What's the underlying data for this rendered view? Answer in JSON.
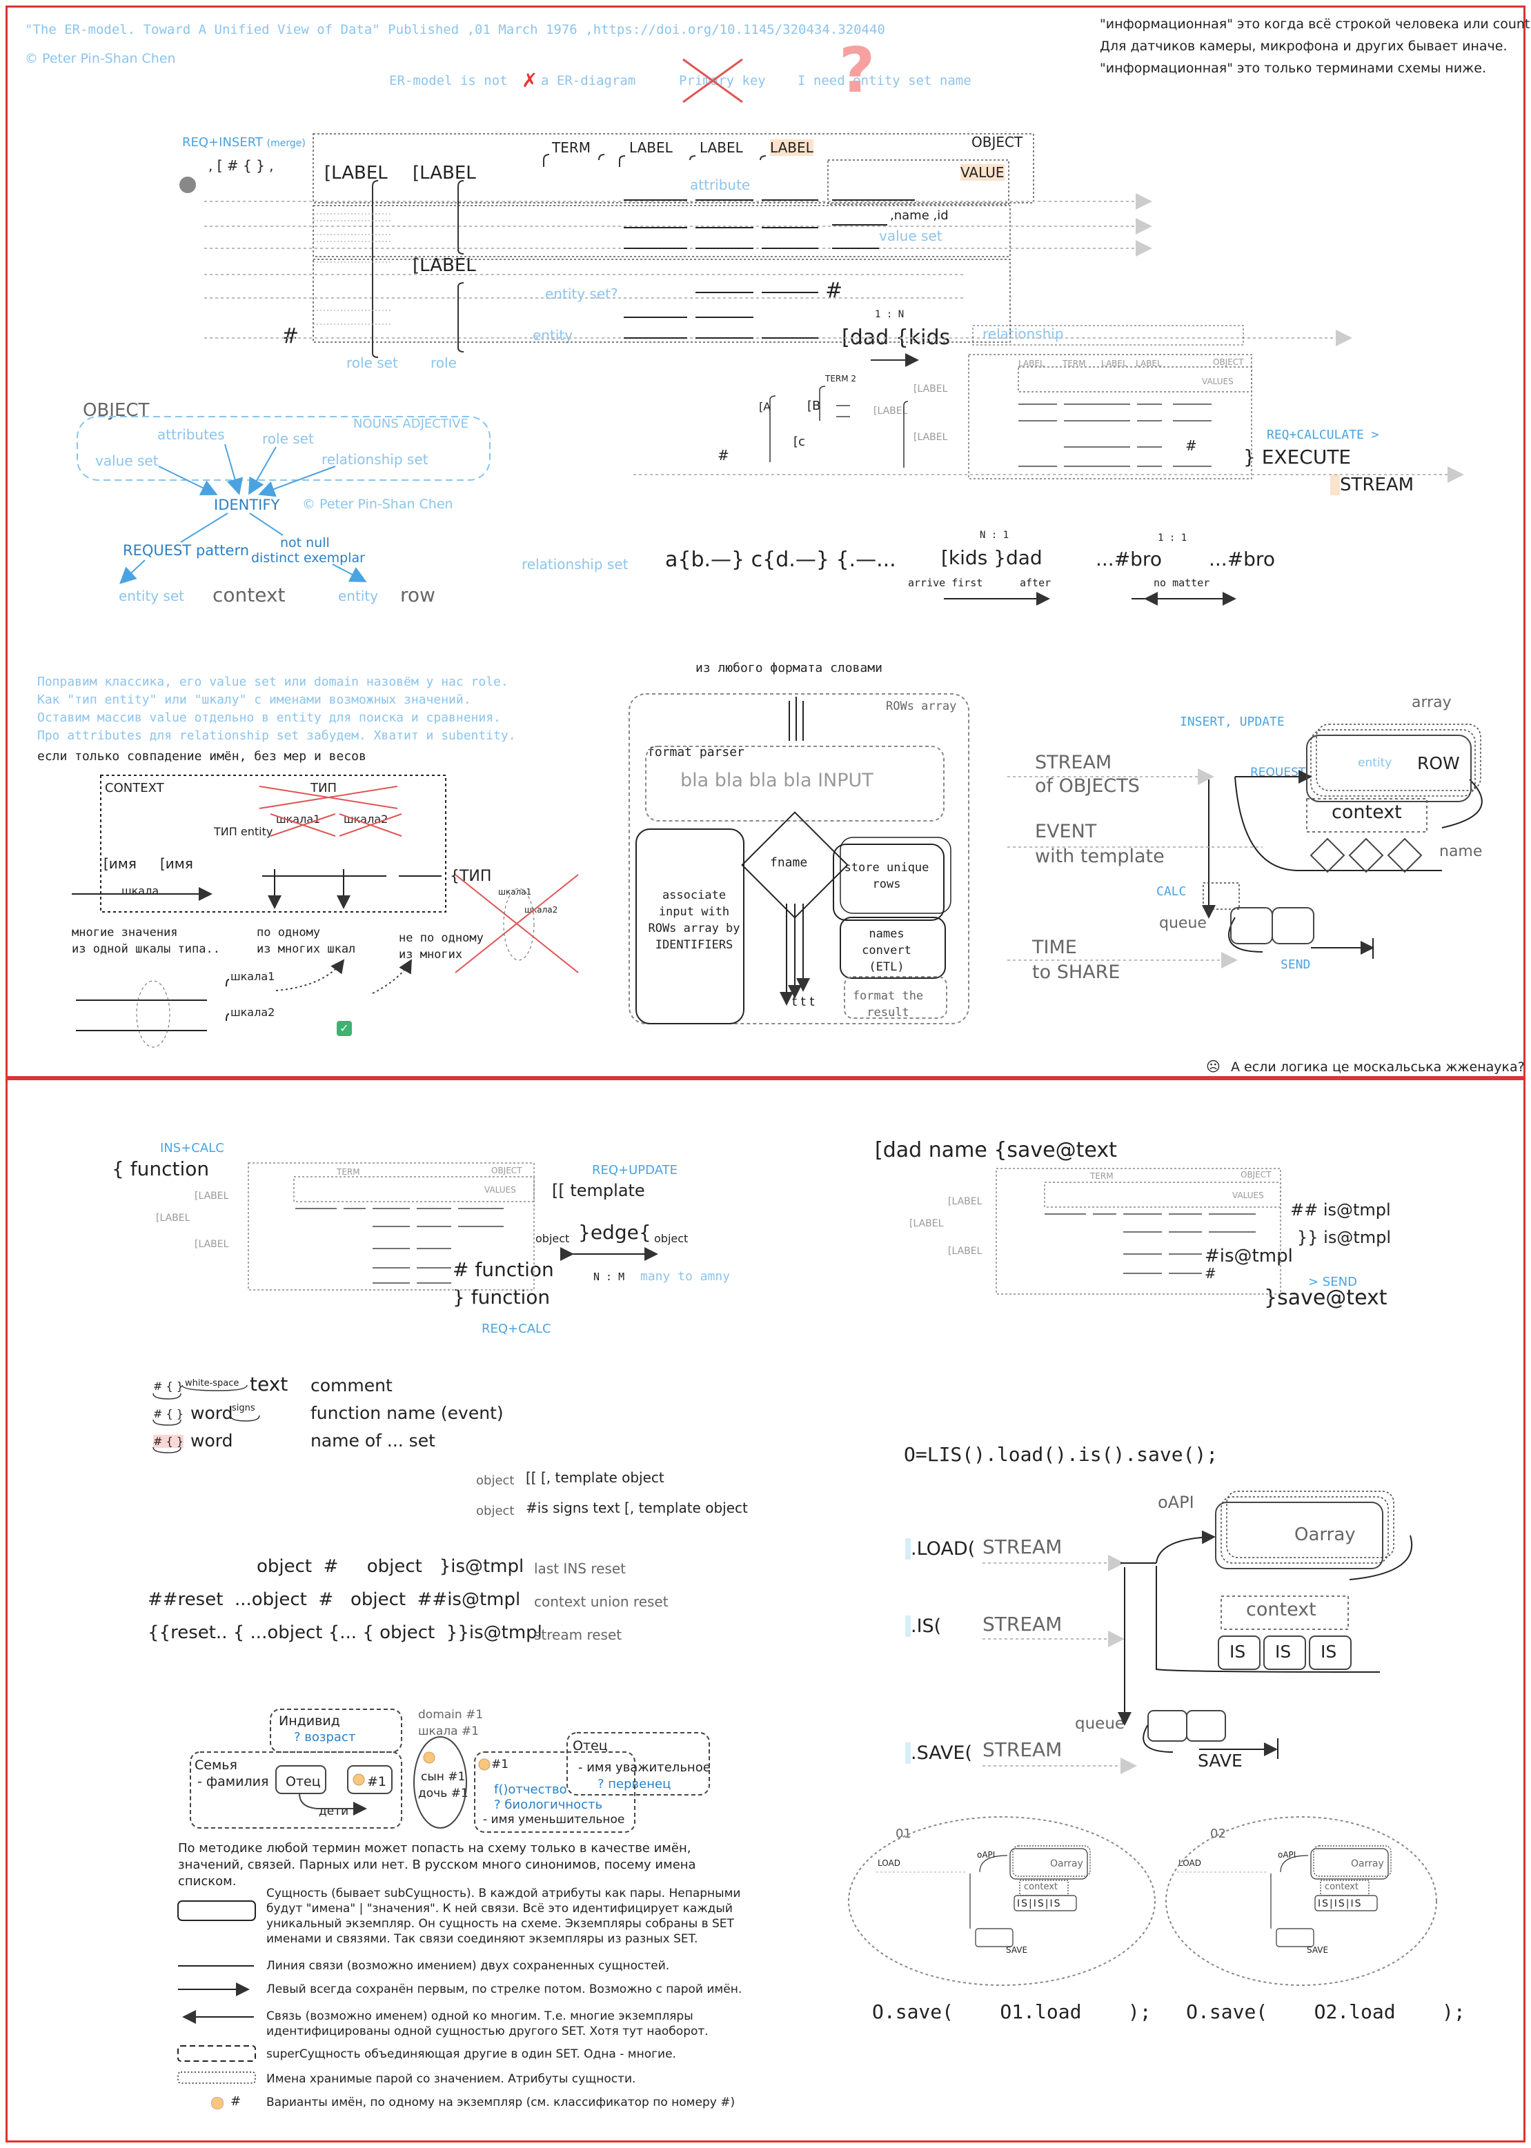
{
  "header": {
    "paper_line": "\"The ER-model. Toward A Unified View of Data\" Published ,01 March 1976 ,https://doi.org/10.1145/320434.320440",
    "author": "© Peter Pin-Shan Chen",
    "note_1": "ER-model is not",
    "note_1b": "a ER-diagram",
    "note_2": "Primary key",
    "note_3": "I need entity set name",
    "ru_1": "\"информационная\" это когда всё строкой человека или count.",
    "ru_2": "Для датчиков камеры, микрофона и других бывает иначе.",
    "ru_3": "\"информационная\" это только терминами схемы ниже."
  },
  "top_diagram": {
    "req_insert": "REQ+INSERT",
    "merge": "(merge)",
    "brackets": ", [ # { } ,",
    "label_a": "[LABEL",
    "label_b": "[LABEL",
    "label_c": "[LABEL",
    "term": "TERM",
    "label_1": "LABEL",
    "label_2": "LABEL",
    "label_3": "LABEL",
    "object": "OBJECT",
    "value": "VALUE",
    "attribute": "attribute",
    "name_id": ",name ,id",
    "value_set": "value set",
    "entity_set_q": "entity set?",
    "hash_1": "#",
    "hash_2": "#",
    "entity": "entity",
    "role_set": "role set",
    "role": "role",
    "one_n": "1 : N",
    "dad_kids": "[dad {kids",
    "relationship": "relationship"
  },
  "object_cloud": {
    "title": "OBJECT",
    "nouns": "NOUNS ADJECTIVE",
    "attributes": "attributes",
    "role_set": "role set",
    "value_set": "value set",
    "relationship_set": "relationship set",
    "identify": "IDENTIFY",
    "author": "© Peter Pin-Shan Chen",
    "request_pattern": "REQUEST pattern",
    "not_null": "not null",
    "distinct": "distinct exemplar",
    "entity_set": "entity set",
    "context": "context",
    "entity": "entity",
    "row": "row"
  },
  "execute_block": {
    "term2": "TERM 2",
    "b": "[B",
    "c": "[c",
    "a": "[A",
    "hash": "#",
    "label_1": "[LABEL",
    "label_2": "[LABEL",
    "label_3": "[LABEL",
    "term": "TERM",
    "l1": "LABEL",
    "l2": "LABEL",
    "l3": "LABEL",
    "object": "OBJECT",
    "values": "VALUES",
    "hash_2": "#",
    "req_calc": "REQ+CALCULATE >",
    "execute": "} EXECUTE",
    "stream": "STREAM"
  },
  "relationship_row": {
    "relationship_set": "relationship set",
    "seq": "a{b.—} c{d.—} {.—...",
    "n1": "N : 1",
    "kids_dad": "[kids }dad",
    "arrive_first": "arrive first",
    "after": "after",
    "one_one": "1 : 1",
    "bro1": "...#bro",
    "bro2": "...#bro",
    "no_matter": "no matter"
  },
  "context_block": {
    "p1": "Поправим классика, его value set или domain назовём у нас role.",
    "p2": "Как \"тип entity\" или \"шкалу\" с именами возможных значений.",
    "p3": "Оставим массив value отдельно в entity для поиска и сравнения.",
    "p4": "Про attributes для relationship set забудем. Хватит и subentity.",
    "heading": "если только совпадение имён, без мер и весов",
    "context": "CONTEXT",
    "tip": "ТИП",
    "shkala1": "шкала1",
    "shkala2": "шкала2",
    "tip_entity": "ТИП entity",
    "imya1": "[имя",
    "imya2": "[имя",
    "shkala": "шкала",
    "tip2": "{ТИП",
    "shk_1": "шкала1",
    "shk_2": "шкала2",
    "c1a": "многие значения",
    "c1b": "из одной шкалы типа..",
    "c2a": "по одному",
    "c2b": "из многих шкал",
    "c3a": "не по одному",
    "c3b": "из многих",
    "b_shkala1": "шкала1",
    "b_shkala2": "шкала2"
  },
  "parser_block": {
    "title": "из любого формата словами",
    "rows_array": "ROWs array",
    "format_parser": "format parser",
    "bla": "bla bla bla bla  INPUT",
    "associate": "associate input with ROWs array by IDENTIFIERS",
    "fname": "fname",
    "store": "store unique rows",
    "names": "names convert (ETL)",
    "format_result": "format the result",
    "ttt": "t t t"
  },
  "stream_block": {
    "insert_update": "INSERT, UPDATE",
    "array": "array",
    "stream": "STREAM",
    "of_objects": "of OBJECTS",
    "request": "REQUEST",
    "entity": "entity",
    "row": "ROW",
    "context": "context",
    "event": "EVENT",
    "with_template": "with template",
    "name": "name",
    "calc": "CALC",
    "queue": "queue",
    "time": "TIME",
    "to_share": "to SHARE",
    "send": "SEND",
    "footnote": "А если логика це москальська жженаука?"
  },
  "bottom_left": {
    "ins_calc": "INS+CALC",
    "function": "{ function",
    "req_update": "REQ+UPDATE",
    "template": "[[ template",
    "object_l": "object",
    "edge": "}edge{",
    "object_r": "object",
    "nm": "N : M",
    "many": "many to amny",
    "hash_fn": "# function",
    "fn2": "} function",
    "req_calc": "REQ+CALC",
    "label": "[LABEL",
    "term": "TERM",
    "object_h": "OBJECT",
    "values": "VALUES"
  },
  "syntax": {
    "r1_sym": "# { }",
    "r1_ws": "white-space",
    "r1_word": "text",
    "r1_desc": "comment",
    "r2_sym": "# { }",
    "r2_word": "word",
    "r2_sig": "signs",
    "r2_desc": "function name (event)",
    "r3_sym": "# { }",
    "r3_word": "word",
    "r3_desc": "name of ... set",
    "t1a": "object",
    "t1b": "[[ [, template object",
    "t2a": "object",
    "t2b": "#is signs text [, template object"
  },
  "reset_table": {
    "r1a": "object  #     object   }is@tmpl",
    "r1b": "last INS reset",
    "r2a": "##reset  ...object  #   object  ##is@tmpl",
    "r2b": "context union reset",
    "r3a": "{{reset.. { ...object {... { object  }}is@tmpl",
    "r3b": "stream reset"
  },
  "family": {
    "individ": "Индивид",
    "age": "? возраст",
    "domain": "domain #1",
    "shkala": "шкала #1",
    "semya": "Семья",
    "familiya": "- фамилия",
    "otec": "Отец",
    "n1": "#1",
    "deti": "дети",
    "son": "сын #1",
    "dau": "дочь #1",
    "n1b": "#1",
    "patron": "f()отчество",
    "bio": "? биологичность",
    "dimin": "- имя уменьшительное",
    "otec2": "Отец",
    "resp": "- имя уважительное",
    "first": "? первенец"
  },
  "legend": {
    "intro": "По методике любой термин может попасть на схему только в качестве имён, значений, связей. Парных или нет. В русском много синонимов, посему имена списком.",
    "l1": "Сущность (бывает subСущность). В каждой атрибуты как пары. Непарными будут \"имена\" | \"значения\". К ней связи. Всё это идентифицирует каждый уникальный экземпляр. Он сущность на схеме. Экземпляры собраны в SET именами и связями. Так связи соединяют экземпляры из разных SET.",
    "l2": "Линия связи (возможно имением) двух сохраненных сущностей.",
    "l3": "Левый всегда сохранён первым, по стрелке потом. Возможно с парой имён.",
    "l4": "Связь (возможно именем) одной ко многим. Т.е. многие экземпляры идентифицированы одной сущностью другого SET. Хотя тут наоборот.",
    "l5": "superСущность объединяющая другие в один SET. Одна - многие.",
    "l6": "Имена хранимые парой со значением. Атрибуты сущности.",
    "l7_hash": "#",
    "l7": "Варианты имён, по одному на экземпляр (см. классификатор по номеру #)"
  },
  "bottom_right": {
    "dad_name": "[dad name {save@text",
    "label": "[LABEL",
    "term": "TERM",
    "object": "OBJECT",
    "values": "VALUES",
    "hh_is": "## is@tmpl",
    "bb_is": "}} is@tmpl",
    "h_is": "#is@tmpl",
    "h": "#",
    "send": "> SEND",
    "save_text": "}save@text",
    "code": "O=LIS().load().is().save();",
    "oapi": "oAPI",
    "load": ".LOAD(",
    "stream1": "STREAM",
    "oarray": "Oarray",
    "is": ".IS(",
    "stream2": "STREAM",
    "context": "context",
    "is_box": "IS",
    "queue": "queue",
    "save": ".SAVE(",
    "stream3": "STREAM",
    "save_lbl": "SAVE",
    "o1": "01",
    "o2": "02",
    "mini_load": "LOAD",
    "mini_oapi": "oAPI",
    "mini_oarray": "Oarray",
    "mini_context": "context",
    "mini_is": "IS",
    "mini_save": "SAVE",
    "final": "O.save(    O1.load    );   O.save(    O2.load    );"
  }
}
